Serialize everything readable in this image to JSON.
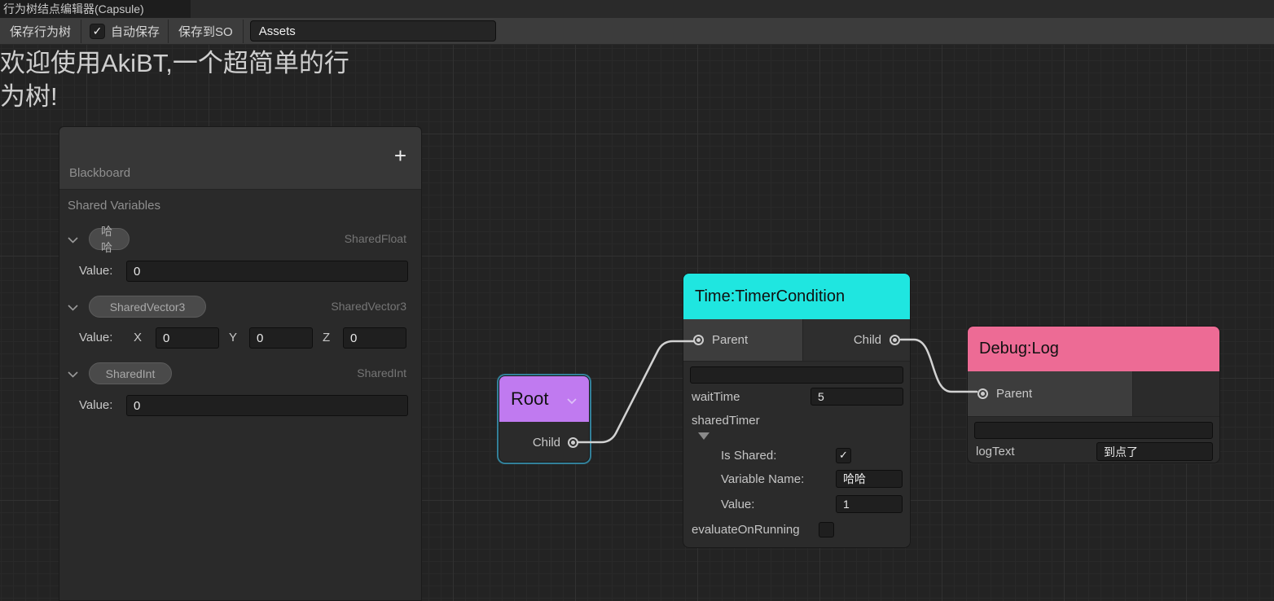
{
  "window": {
    "tab_title": "行为树结点编辑器(Capsule)"
  },
  "toolbar": {
    "save_tree": "保存行为树",
    "autosave": {
      "label": "自动保存",
      "checkmark": "✓"
    },
    "save_to_so": "保存到SO",
    "path_field": {
      "value": "Assets"
    }
  },
  "graph": {
    "welcome_text": "欢迎使用AkiBT,一个超简单的行为树!"
  },
  "blackboard": {
    "title": "Blackboard",
    "add_button": "+",
    "section": "Shared Variables",
    "variables": [
      {
        "name": "哈哈",
        "type": "SharedFloat",
        "value_label": "Value:",
        "value": "0"
      },
      {
        "name": "SharedVector3",
        "type": "SharedVector3",
        "value_label": "Value:",
        "x_label": "X",
        "x": "0",
        "y_label": "Y",
        "y": "0",
        "z_label": "Z",
        "z": "0"
      },
      {
        "name": "SharedInt",
        "type": "SharedInt",
        "value_label": "Value:",
        "value": "0"
      }
    ]
  },
  "nodes": {
    "root": {
      "title": "Root",
      "child_port": "Child"
    },
    "timer": {
      "title": "Time:TimerCondition",
      "parent_port": "Parent",
      "child_port": "Child",
      "description_value": "",
      "wait_time": {
        "label": "waitTime",
        "value": "5"
      },
      "shared_timer": {
        "label": "sharedTimer",
        "is_shared": {
          "label": "Is Shared:",
          "checkmark": "✓"
        },
        "variable_name": {
          "label": "Variable Name:",
          "value": "哈哈"
        },
        "value": {
          "label": "Value:",
          "value": "1"
        }
      },
      "evaluate_on_running": {
        "label": "evaluateOnRunning"
      }
    },
    "debug": {
      "title": "Debug:Log",
      "parent_port": "Parent",
      "description_value": "",
      "log_text": {
        "label": "logText",
        "value": "到点了"
      }
    }
  },
  "colors": {
    "root-header": "#c07af0",
    "timer-header": "#1fe6e0",
    "debug-header": "#ed6b95",
    "selection": "#338099",
    "edge": "#d2d2d2"
  }
}
